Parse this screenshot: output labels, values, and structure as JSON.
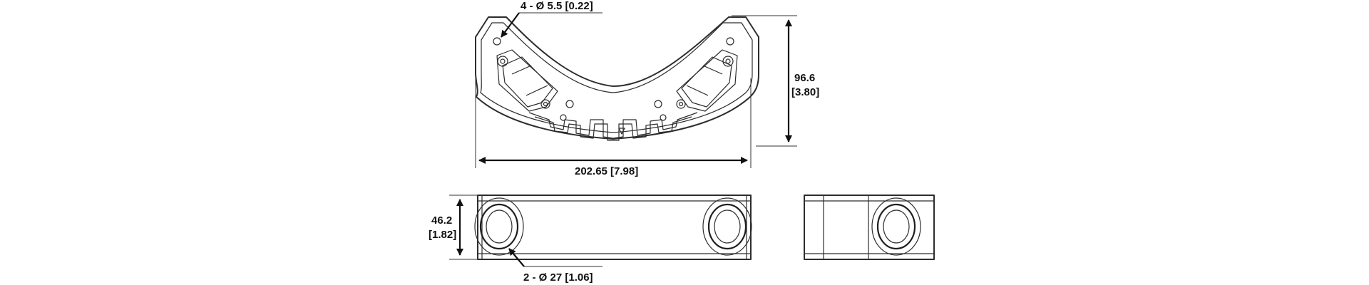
{
  "dimensions": {
    "hole_callout": "4 - Ø 5.5 [0.22]",
    "height_mm": "96.6",
    "height_in": "[3.80]",
    "width": "202.65 [7.98]",
    "side_height_mm": "46.2",
    "side_height_in": "[1.82]",
    "port_callout": "2 - Ø 27 [1.06]"
  },
  "colors": {
    "line": "#2d2d2d",
    "background": "#ffffff",
    "dimension": "#111111"
  }
}
